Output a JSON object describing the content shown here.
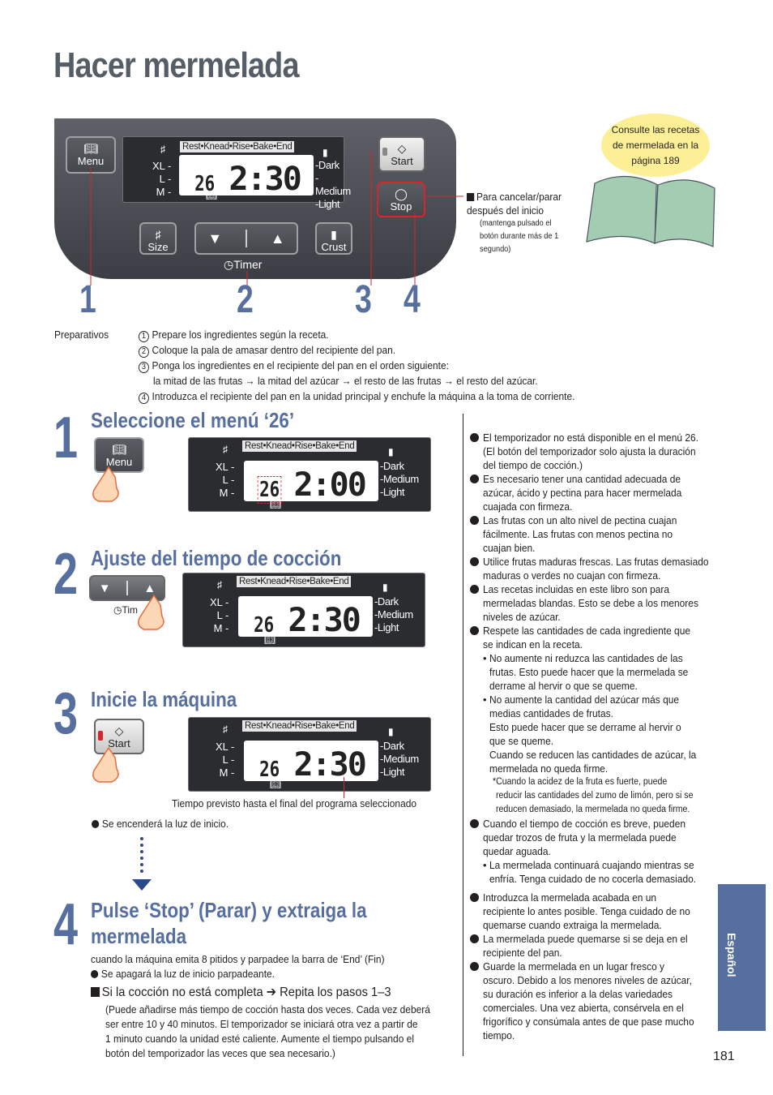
{
  "title": "Hacer mermelada",
  "panel": {
    "menu": "Menu",
    "start": "Start",
    "stop": "Stop",
    "size": "Size",
    "crust": "Crust",
    "timer": "Timer",
    "progress": "Rest•Knead•Rise•Bake•End",
    "sizes": [
      "XL -",
      "L -",
      "M -"
    ],
    "crusts": [
      "-Dark",
      "-Medium",
      "-Light"
    ],
    "menu_num": "26",
    "time": "2:30"
  },
  "callout_numbers": [
    "1",
    "2",
    "3",
    "4"
  ],
  "bubble": "Consulte las recetas de mermelada en la página 189",
  "stop_note": {
    "main": "Para cancelar/parar después del inicio",
    "detail": "(mantenga pulsado el botón durante más de 1 segundo)"
  },
  "preparativos": {
    "label": "Preparativos",
    "items": [
      {
        "n": "1",
        "text": "Prepare los ingredientes según la receta."
      },
      {
        "n": "2",
        "text": "Coloque la pala de amasar dentro del recipiente del pan."
      },
      {
        "n": "3",
        "text": "Ponga los ingredientes en el recipiente del pan en el orden siguiente:"
      },
      {
        "n": "",
        "text": "la mitad de las frutas → la mitad del azúcar → el resto de las frutas → el resto del azúcar."
      },
      {
        "n": "4",
        "text": "Introduzca el recipiente del pan en la unidad principal y enchufe la máquina a la toma de corriente."
      }
    ]
  },
  "steps": [
    {
      "num": "1",
      "heading": "Seleccione el menú ‘26’",
      "time": "2:00"
    },
    {
      "num": "2",
      "heading": "Ajuste del tiempo de cocción",
      "time": "2:30"
    },
    {
      "num": "3",
      "heading": "Inicie la máquina",
      "time": "2:30"
    },
    {
      "num": "4",
      "heading": "Pulse ‘Stop’ (Parar) y extraiga la mermelada"
    }
  ],
  "step3_caption": "Tiempo previsto hasta el final del programa seleccionado",
  "step3_note": "Se encenderá la luz de inicio.",
  "step4": {
    "line1": "cuando la máquina emita 8 pitidos y parpadee la barra de ‘End’ (Fin)",
    "line2": "Se apagará la luz de inicio parpadeante.",
    "sub_heading": "Si la cocción no está completa ➔ Repita los pasos 1–3",
    "para": [
      "(Puede añadirse más tiempo de cocción hasta dos veces. Cada vez deberá",
      "ser entre 10 y 40 minutos. El temporizador se iniciará otra vez a partir de",
      "1 minuto cuando la unidad esté caliente. Aumente el tiempo pulsando el",
      "botón del temporizador las veces que sea necesario.)"
    ]
  },
  "notes": [
    {
      "t": "b",
      "lines": [
        "El temporizador no está disponible en el menú 26.",
        "(El botón del temporizador solo ajusta la duración",
        "del tiempo de cocción.)"
      ]
    },
    {
      "t": "b",
      "lines": [
        "Es necesario tener una cantidad adecuada de",
        "azúcar, ácido y pectina para hacer mermelada",
        "cuajada con firmeza."
      ]
    },
    {
      "t": "b",
      "lines": [
        "Las frutas con un alto nivel de pectina cuajan",
        "fácilmente. Las frutas con menos pectina no",
        "cuajan bien."
      ]
    },
    {
      "t": "b",
      "lines": [
        "Utilice frutas maduras frescas. Las frutas demasiado",
        "maduras o verdes no cuajan con firmeza."
      ]
    },
    {
      "t": "b",
      "lines": [
        "Las recetas incluidas en este libro son para",
        "mermeladas blandas. Esto se debe a los menores",
        "niveles de azúcar."
      ]
    },
    {
      "t": "b",
      "lines": [
        "Respete las cantidades de cada ingrediente que",
        "se indican en la receta."
      ]
    },
    {
      "t": "s",
      "lines": [
        "No aumente ni reduzca las cantidades de las",
        "frutas. Esto puede hacer que la mermelada se",
        "derrame al hervir o que se queme."
      ]
    },
    {
      "t": "s",
      "lines": [
        "No aumente la cantidad del azúcar más que",
        "medias cantidades de frutas.",
        "Esto puede hacer que se derrame al hervir o",
        "que se queme.",
        "Cuando se reducen las cantidades de azúcar, la",
        "mermelada no queda firme."
      ]
    },
    {
      "t": "a",
      "lines": [
        "*Cuando la acidez de la fruta es fuerte, puede",
        "reducir las cantidades del zumo de limón, pero si se",
        "reducen demasiado, la mermelada no queda firme."
      ]
    },
    {
      "t": "b",
      "lines": [
        "Cuando el tiempo de cocción es breve, pueden",
        "quedar trozos de fruta y la mermelada puede",
        "quedar aguada."
      ]
    },
    {
      "t": "s",
      "lines": [
        "La mermelada continuará cuajando mientras se",
        "enfría. Tenga cuidado de no cocerla demasiado."
      ]
    },
    {
      "t": "b",
      "lines": [
        "Introduzca la mermelada acabada en un",
        "recipiente lo antes posible. Tenga cuidado de no",
        "quemarse cuando extraiga la mermelada."
      ]
    },
    {
      "t": "b",
      "lines": [
        "La mermelada puede quemarse si se deja en el",
        "recipiente del pan."
      ]
    },
    {
      "t": "b",
      "lines": [
        "Guarde la mermelada en un lugar fresco y",
        "oscuro. Debido a los menores niveles de azúcar,",
        "su duración es inferior a la delas variedades",
        "comerciales. Una vez abierta, consérvela en el",
        "frigorífico y consúmala antes de que pase mucho",
        "tiempo."
      ]
    }
  ],
  "language_tab": "Español",
  "page_number": "181",
  "colors": {
    "accent": "#566f9e",
    "highlight": "#d9242a",
    "bubble": "#fcef95"
  }
}
